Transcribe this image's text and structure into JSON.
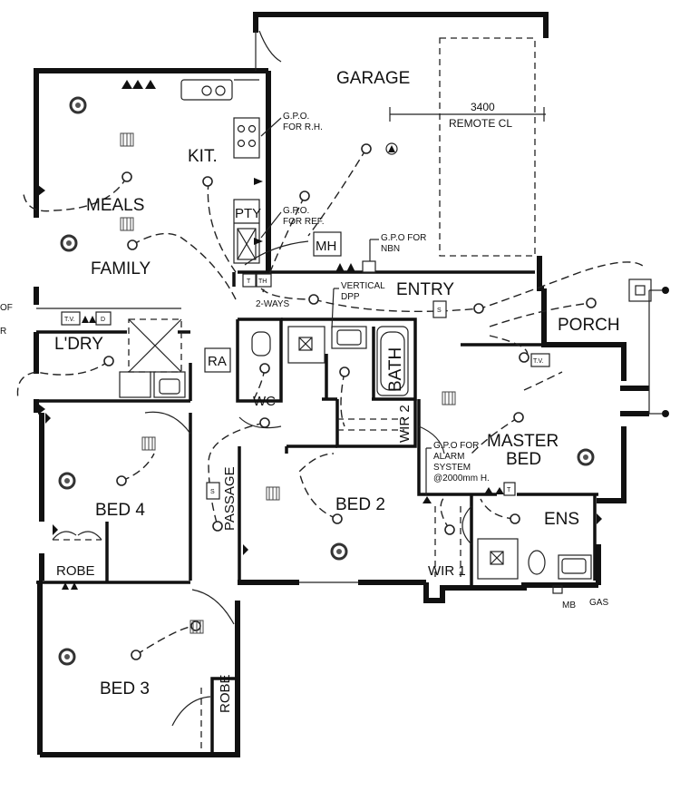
{
  "rooms": {
    "garage": "GARAGE",
    "kitchen": "KIT.",
    "meals": "MEALS",
    "family": "FAMILY",
    "pantry": "PTY",
    "meter_hatch": "MH",
    "entry": "ENTRY",
    "porch": "PORCH",
    "laundry": "L'DRY",
    "ra": "RA",
    "bath": "BATH",
    "wc": "WC",
    "wir2": "WIR 2",
    "master_bed_line1": "MASTER",
    "master_bed_line2": "BED",
    "bed4": "BED 4",
    "bed2": "BED 2",
    "bed3": "BED 3",
    "passage": "PASSAGE",
    "robe_bed4": "ROBE",
    "robe_bed3": "ROBE",
    "ensuite": "ENS",
    "wir1": "WIR 1"
  },
  "notes": {
    "gpo_rh_line1": "G.P.O.",
    "gpo_rh_line2": "FOR R.H.",
    "gpo_ref_line1": "G.P.O.",
    "gpo_ref_line2": "FOR REF.",
    "gpo_nbn_line1": "G.P.O FOR",
    "gpo_nbn_line2": "NBN",
    "vertical_dpp_line1": "VERTICAL",
    "vertical_dpp_line2": "DPP",
    "two_ways": "2-WAYS",
    "gpo_alarm_line1": "G.P.O FOR",
    "gpo_alarm_line2": "ALARM",
    "gpo_alarm_line3": "SYSTEM",
    "gpo_alarm_line4": "@2000mm H.",
    "mb": "MB",
    "gas": "GAS",
    "edge_of": "OF",
    "edge_r": "R"
  },
  "dimensions": {
    "garage_door_width": "3400",
    "garage_door_label": "REMOTE CL"
  },
  "symbols": {
    "tv": "T.V.",
    "data": "D",
    "thermostat": "T",
    "thermostat_h": "TH",
    "smoke": "S",
    "tv_master": "T.V.",
    "ens_t": "T"
  },
  "icons": {
    "ceiling_light": "circle-light-icon",
    "downlight": "downlight-icon",
    "exhaust_fan": "exhaust-fan-icon",
    "power_outlet": "gpo-triangle-icon",
    "smoke_detector": "smoke-detector-icon"
  }
}
